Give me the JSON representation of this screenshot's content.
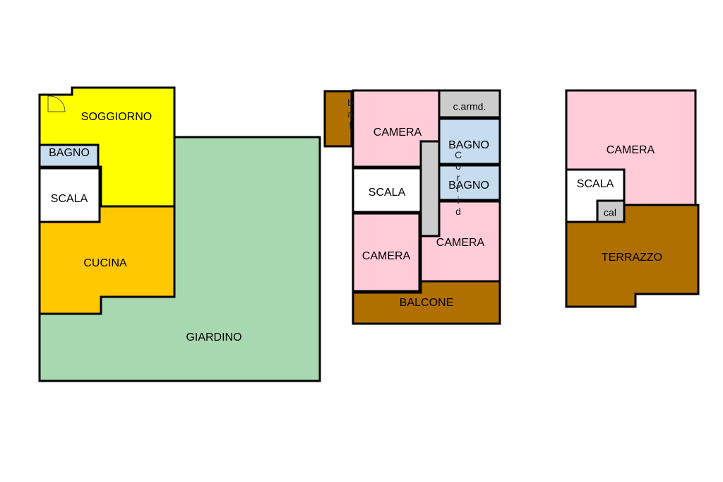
{
  "colors": {
    "soggiorno": "#ffff00",
    "cucina": "#ffc800",
    "giardino": "#a8d8b0",
    "camera": "#ffccd8",
    "bagno": "#c8dcf0",
    "scala": "#ffffff",
    "service": "#cccccc",
    "terrace": "#b07000",
    "wall": "#000000"
  },
  "floor_ground": {
    "soggiorno": "SOGGIORNO",
    "bagno": "BAGNO",
    "scala": "SCALA",
    "cucina": "CUCINA",
    "giardino": "GIARDINO"
  },
  "floor_first": {
    "bal": "bal",
    "camera_top": "CAMERA",
    "c_armd": "c.armd.",
    "bagno_1": "BAGNO",
    "bagno_2": "BAGNO",
    "corrid": "Corrid",
    "scala": "SCALA",
    "camera_left": "CAMERA",
    "camera_right": "CAMERA",
    "balcone": "BALCONE"
  },
  "floor_attic": {
    "camera": "CAMERA",
    "scala": "SCALA",
    "cal": "cal",
    "terrazzo": "TERRAZZO"
  }
}
